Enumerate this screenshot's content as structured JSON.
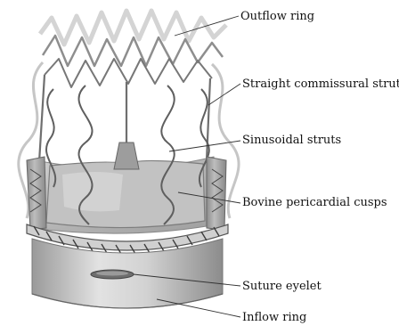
{
  "labels": {
    "outflow_ring": "Outflow ring",
    "straight_struts": "Straight commissural struts",
    "sinusoidal_struts": "Sinusoidal struts",
    "bovine_cusps": "Bovine pericardial cusps",
    "suture_eyelet": "Suture eyelet",
    "inflow_ring": "Inflow ring"
  },
  "colors": {
    "wire": "#8a8a8a",
    "wire_light": "#c9c9c9",
    "tissue": "#bdbdbd",
    "leader": "#333333"
  }
}
